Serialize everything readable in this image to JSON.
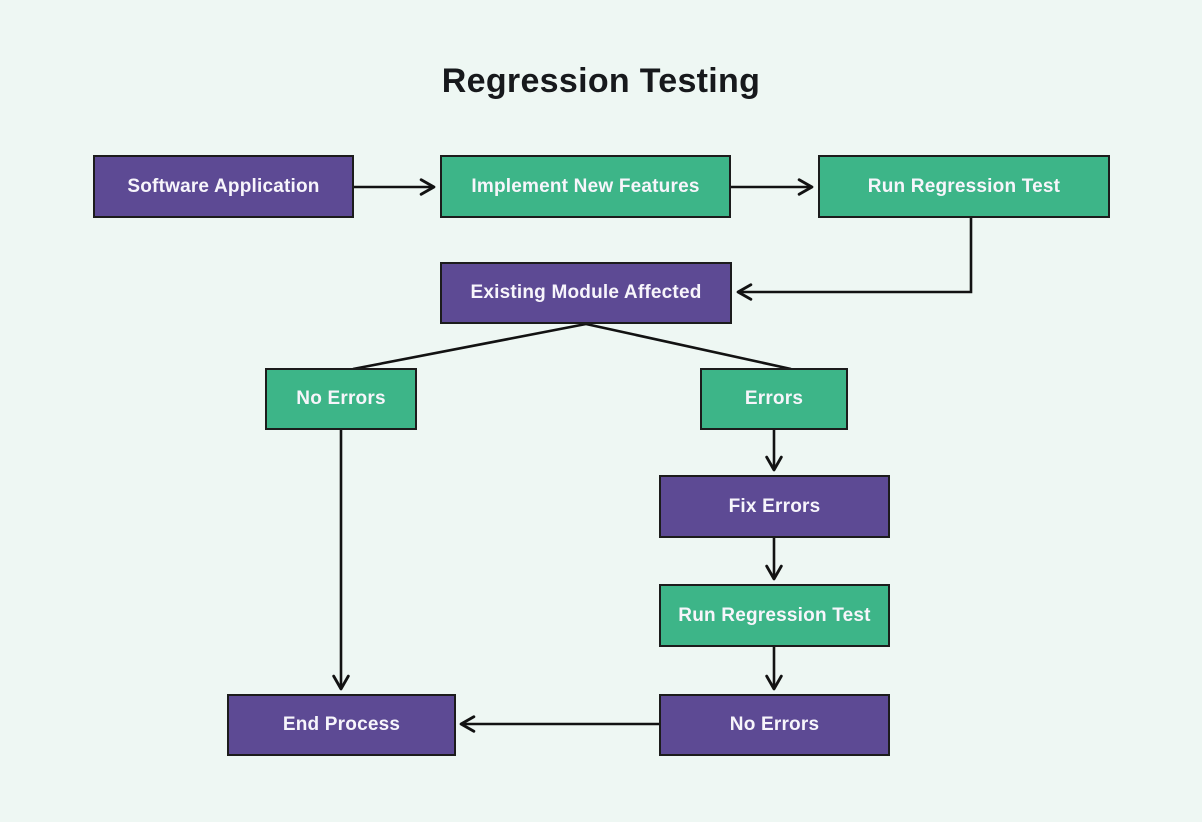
{
  "title": "Regression Testing",
  "colors": {
    "background": "#eef7f3",
    "node-purple": "#5d4a94",
    "node-green": "#3db588",
    "node-border": "#1c1c1c",
    "node-text": "#f7f5fb",
    "line": "#121212",
    "title-text": "#17191c"
  },
  "nodes": [
    {
      "id": "software-application",
      "label": "Software Application",
      "variant": "purple"
    },
    {
      "id": "implement-new-features",
      "label": "Implement New Features",
      "variant": "green"
    },
    {
      "id": "run-regression-test-1",
      "label": "Run Regression Test",
      "variant": "green"
    },
    {
      "id": "existing-module-affected",
      "label": "Existing Module Affected",
      "variant": "purple"
    },
    {
      "id": "no-errors-left",
      "label": "No Errors",
      "variant": "green"
    },
    {
      "id": "errors",
      "label": "Errors",
      "variant": "green"
    },
    {
      "id": "fix-errors",
      "label": "Fix Errors",
      "variant": "purple"
    },
    {
      "id": "run-regression-test-2",
      "label": "Run Regression Test",
      "variant": "green"
    },
    {
      "id": "no-errors-right",
      "label": "No Errors",
      "variant": "purple"
    },
    {
      "id": "end-process",
      "label": "End Process",
      "variant": "purple"
    }
  ],
  "edges": [
    {
      "from": "software-application",
      "to": "implement-new-features",
      "arrow": true
    },
    {
      "from": "implement-new-features",
      "to": "run-regression-test-1",
      "arrow": true
    },
    {
      "from": "run-regression-test-1",
      "to": "existing-module-affected",
      "arrow": true
    },
    {
      "from": "existing-module-affected",
      "to": "no-errors-left",
      "arrow": false
    },
    {
      "from": "existing-module-affected",
      "to": "errors",
      "arrow": false
    },
    {
      "from": "errors",
      "to": "fix-errors",
      "arrow": true
    },
    {
      "from": "fix-errors",
      "to": "run-regression-test-2",
      "arrow": true
    },
    {
      "from": "run-regression-test-2",
      "to": "no-errors-right",
      "arrow": true
    },
    {
      "from": "no-errors-left",
      "to": "end-process",
      "arrow": true
    },
    {
      "from": "no-errors-right",
      "to": "end-process",
      "arrow": true
    }
  ]
}
